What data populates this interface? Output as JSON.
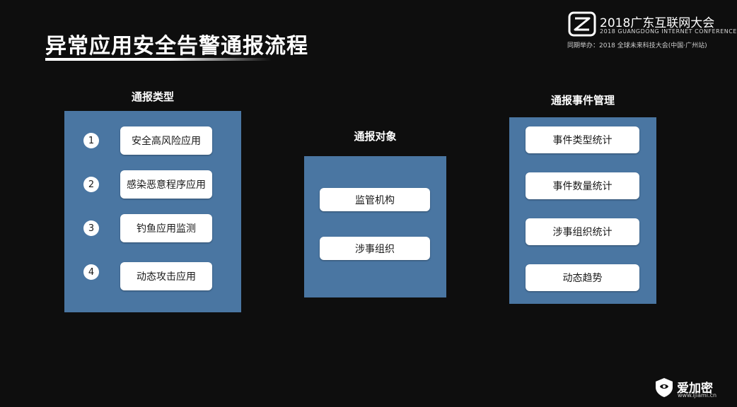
{
  "title": "异常应用安全告警通报流程",
  "conference": {
    "title": "2018广东互联网大会",
    "subtitle": "2018 GUANGDONG INTERNET CONFERENCE",
    "note": "同期举办：2018 全球未来科技大会(中国·广州站)"
  },
  "sections": {
    "types": {
      "heading": "通报类型",
      "items": [
        {
          "num": "1",
          "label": "安全高风险应用"
        },
        {
          "num": "2",
          "label": "感染恶意程序应用"
        },
        {
          "num": "3",
          "label": "钓鱼应用监测"
        },
        {
          "num": "4",
          "label": "动态攻击应用"
        }
      ]
    },
    "targets": {
      "heading": "通报对象",
      "items": [
        {
          "label": "监管机构"
        },
        {
          "label": "涉事组织"
        }
      ]
    },
    "management": {
      "heading": "通报事件管理",
      "items": [
        {
          "label": "事件类型统计"
        },
        {
          "label": "事件数量统计"
        },
        {
          "label": "涉事组织统计"
        },
        {
          "label": "动态趋势"
        }
      ]
    }
  },
  "brand": {
    "name": "爱加密",
    "url": "www.ijiami.cn"
  },
  "colors": {
    "background": "#0e0e0e",
    "panel": "#4a76a2",
    "pill": "#ffffff"
  }
}
